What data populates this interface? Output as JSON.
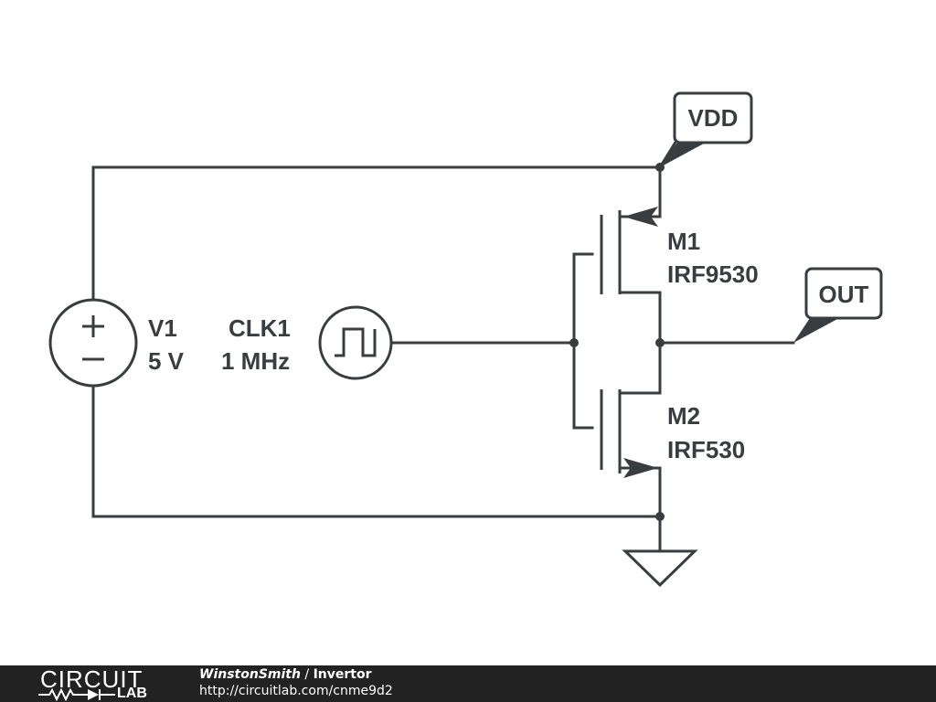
{
  "components": {
    "v1": {
      "name": "V1",
      "value": "5 V"
    },
    "clk1": {
      "name": "CLK1",
      "value": "1 MHz"
    },
    "m1": {
      "name": "M1",
      "part": "IRF9530"
    },
    "m2": {
      "name": "M2",
      "part": "IRF530"
    }
  },
  "nets": {
    "vdd": "VDD",
    "out": "OUT"
  },
  "footer": {
    "logo_top": "CIRCUIT",
    "logo_bottom": "LAB",
    "author": "WinstonSmith",
    "separator": " / ",
    "title": "Invertor",
    "url": "http://circuitlab.com/cnme9d2"
  },
  "colors": {
    "ink": "#3a3d40",
    "footer_bg": "#222222",
    "footer_text": "#ffffff"
  },
  "icons": {
    "source": "dc-voltage-source-icon",
    "clock": "square-wave-icon",
    "ground": "ground-icon",
    "logo": "resistor-diode-icon"
  }
}
